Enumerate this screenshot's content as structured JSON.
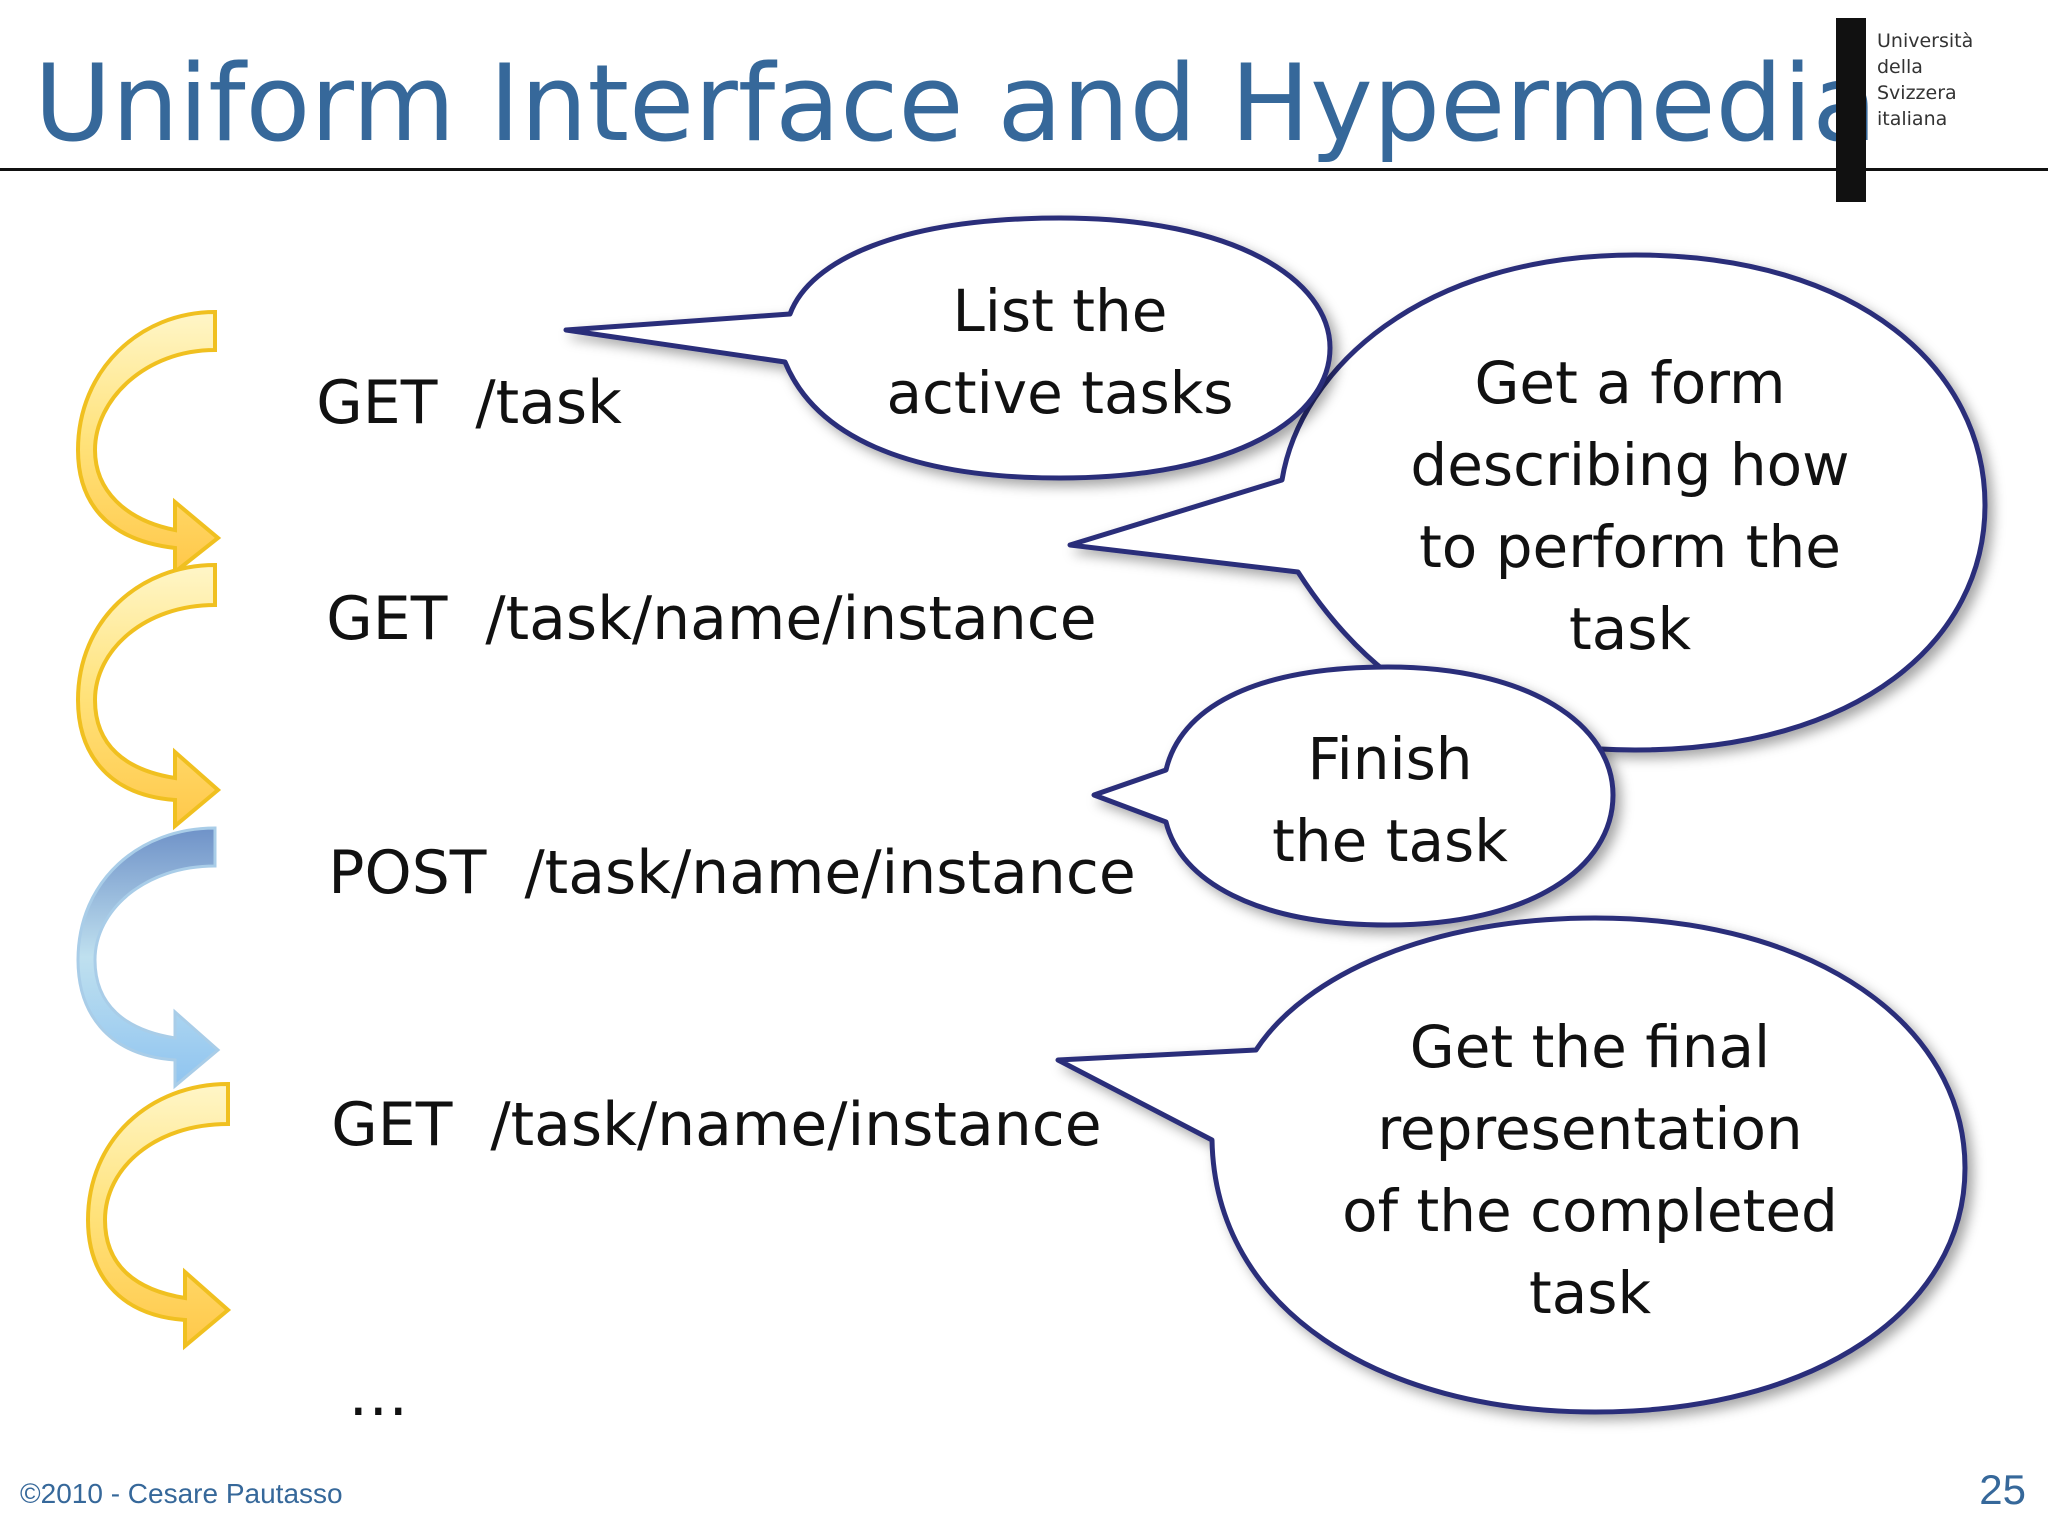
{
  "slide": {
    "title": "Uniform Interface and Hypermedia",
    "logo": [
      "Università",
      "della",
      "Svizzera",
      "italiana"
    ],
    "footer": "©2010 - Cesare Pautasso",
    "page_number": "25"
  },
  "requests": [
    {
      "method": "GET",
      "path": "/task"
    },
    {
      "method": "GET",
      "path": "/task/name/instance"
    },
    {
      "method": "POST",
      "path": "/task/name/instance"
    },
    {
      "method": "GET",
      "path": "/task/name/instance"
    },
    {
      "method": "",
      "path": "…"
    }
  ],
  "bubbles": [
    {
      "lines": [
        "List the",
        "active tasks"
      ]
    },
    {
      "lines": [
        "Get a form",
        "describing how",
        "to perform the",
        "task"
      ]
    },
    {
      "lines": [
        "Finish",
        "the task"
      ]
    },
    {
      "lines": [
        "Get the final",
        "representation",
        "of the completed",
        "task"
      ]
    }
  ],
  "arrows": [
    {
      "color": "yellow"
    },
    {
      "color": "yellow"
    },
    {
      "color": "blue"
    },
    {
      "color": "yellow"
    }
  ],
  "colors": {
    "title": "#36689a",
    "bubble_stroke": "#2b2d7a",
    "arrow_yellow": "#f5c518",
    "arrow_blue": "#7fa6d9"
  }
}
